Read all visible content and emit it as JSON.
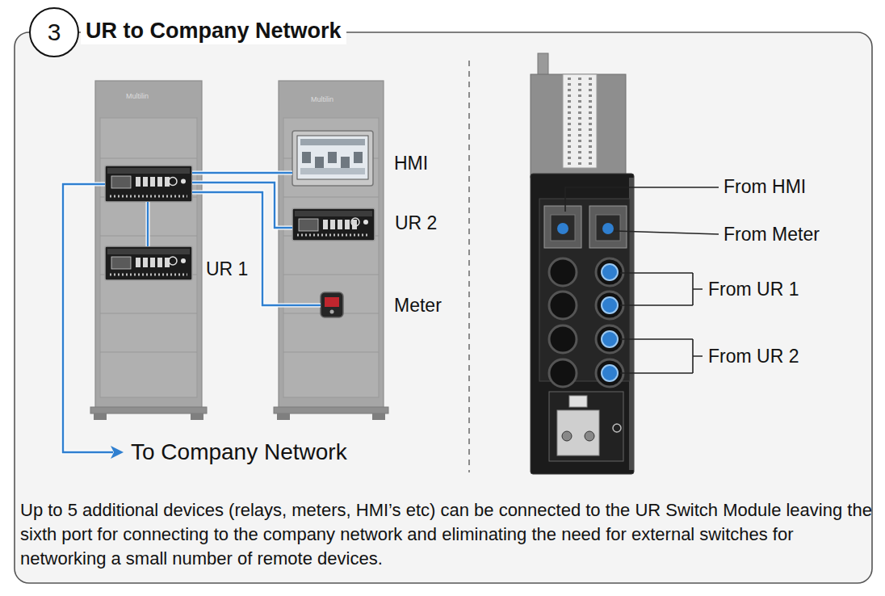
{
  "diagram": {
    "title": "UR to Company Network",
    "caption": "Up to 5 additional devices (relays, meters, HMI’s etc) can be connected to the UR Switch Module leaving the sixth port for connecting to the company network and eliminating the need for external switches for networking a small number of remote devices.",
    "nodes": [
      {
        "text": [
          "Multilin"
        ]
      },
      {
        "text": [
          "UR 1"
        ],
        "in": 0
      },
      {
        "text": [
          "Multilin"
        ]
      },
      {
        "text": [
          "HMI"
        ],
        "in": 2
      },
      {
        "text": [
          "UR 2"
        ],
        "in": 2
      },
      {
        "text": [
          "Meter"
        ],
        "in": 2
      }
    ],
    "labels": [
      "3",
      "To Company Network",
      "From HMI",
      "From Meter",
      "From UR 1",
      "From UR 2"
    ]
  }
}
